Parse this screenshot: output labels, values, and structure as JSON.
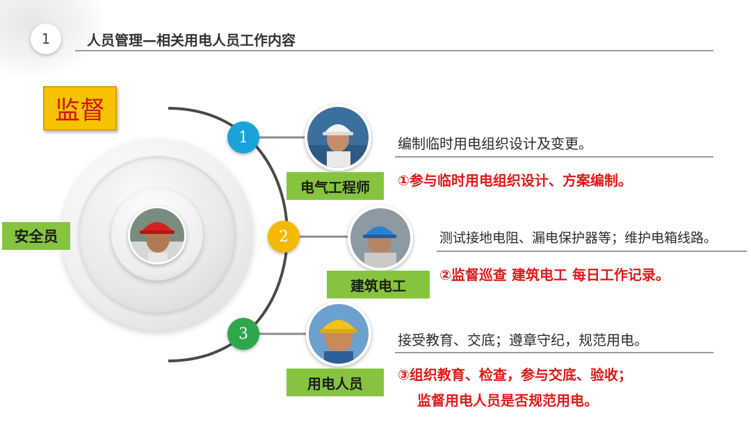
{
  "header": {
    "number": "1",
    "title": "人员管理—相关用电人员工作内容"
  },
  "supervise_label": "监督",
  "center": {
    "label": "安全员"
  },
  "items": [
    {
      "number": "1",
      "role": "电气工程师",
      "description": "编制临时用电组织设计及变更。",
      "duty": "①参与临时用电组织设计、方案编制。",
      "color": "#1aa3d9"
    },
    {
      "number": "2",
      "role": "建筑电工",
      "description": "测试接地电阻、漏电保护器等；维护电箱线路。",
      "duty": "②监督巡查 建筑电工 每日工作记录。",
      "color": "#f5b900"
    },
    {
      "number": "3",
      "role": "用电人员",
      "description": "接受教育、交底；遵章守纪，规范用电。",
      "duty_line1": "③组织教育、检查，参与交底、验收；",
      "duty_line2": "监督用电人员是否规范用电。",
      "color": "#2da84a"
    }
  ],
  "colors": {
    "label_green": "#86c440",
    "highlight_red": "#e01818",
    "supervise_yellow": "#f7c200"
  }
}
